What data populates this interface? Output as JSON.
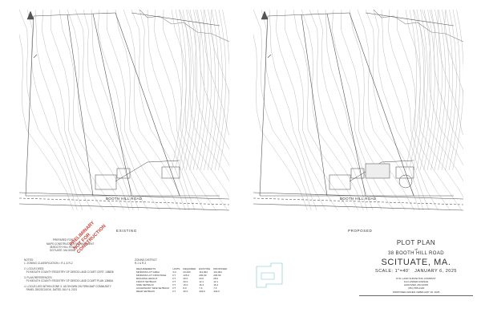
{
  "drawings": [
    {
      "caption": "EXISTING",
      "road_label": "BOOTH HILL ROAD"
    },
    {
      "caption": "PROPOSED",
      "road_label": "BOOTH HILL ROAD"
    }
  ],
  "prepared_for": {
    "heading": "PREPARED FOR:",
    "lines": [
      "MAPS CONSTRUCTION MANAGEMENT",
      "38 BOOTH HILL ROAD",
      "SCITUATE, MA 02066"
    ]
  },
  "stamp": {
    "lines": [
      "PRELIMINARY",
      "NOT FOR",
      "CONSTRUCTION"
    ]
  },
  "notes": {
    "heading": "NOTES:",
    "items": [
      "1. ZONING CLASSIFICATION = R-1 & R-2",
      "2. LOCUS DEED:",
      "   PLYMOUTH COUNTY REGISTRY OF DEEDS LAND COURT CERT. 138836",
      "3. PLAN REFERENCES:",
      "   PLYMOUTH COUNTY REGISTRY OF DEEDS LAND COURT PLAN 13860A",
      "4. LOCUS LIES WITHIN ZONE X, AS SHOWN ON FIRM MAP COMMUNITY",
      "   PANEL 25023C0101K, DATED JULY 6, 2021"
    ]
  },
  "zoning": {
    "heading": "ZONING DISTRICT",
    "district": "R-1 & R-2",
    "columns": [
      "REQUIREMENTS",
      "UNITS",
      "REQUIRED",
      "EXISTING",
      "PROPOSED"
    ],
    "rows": [
      [
        "MINIMUM LOT AREA",
        "S.F.",
        "20,000",
        "113,094",
        "113,094"
      ],
      [
        "MINIMUM LOT FRONTAGE",
        "FT",
        "125.0",
        "206.69",
        "206.69"
      ],
      [
        "BUILDING HEIGHT",
        "FT",
        "35.0",
        "20.0",
        "28.0"
      ],
      [
        "FRONT SETBACK",
        "FT",
        "30.0",
        "12.1",
        "12.1"
      ],
      [
        "SIDE SETBACK",
        "FT",
        "15.0",
        "16.4",
        "16.4"
      ],
      [
        "ACCESSORY SIDE SETBACK",
        "FT",
        "8.0",
        "7.6",
        "7.6"
      ],
      [
        "REAR SETBACK",
        "FT",
        "30.0",
        "449.6",
        "449.6"
      ]
    ]
  },
  "title_block": {
    "title": "PLOT PLAN",
    "for_word": "of",
    "address": "38 BOOTH HILL ROAD",
    "town": "SCITUATE, MA.",
    "scale_date": "SCALE: 1\"=40'   JANUARY 6, 2025",
    "surveyor_lines": [
      "R.W. LAND SURVEYING COMPANY",
      "110 LANDER AVENUE",
      "HANOVER, MA 02339",
      "(781) 555-0100"
    ],
    "footer": "PROPOSED ADDED: FEBRUARY 18, 2025"
  }
}
